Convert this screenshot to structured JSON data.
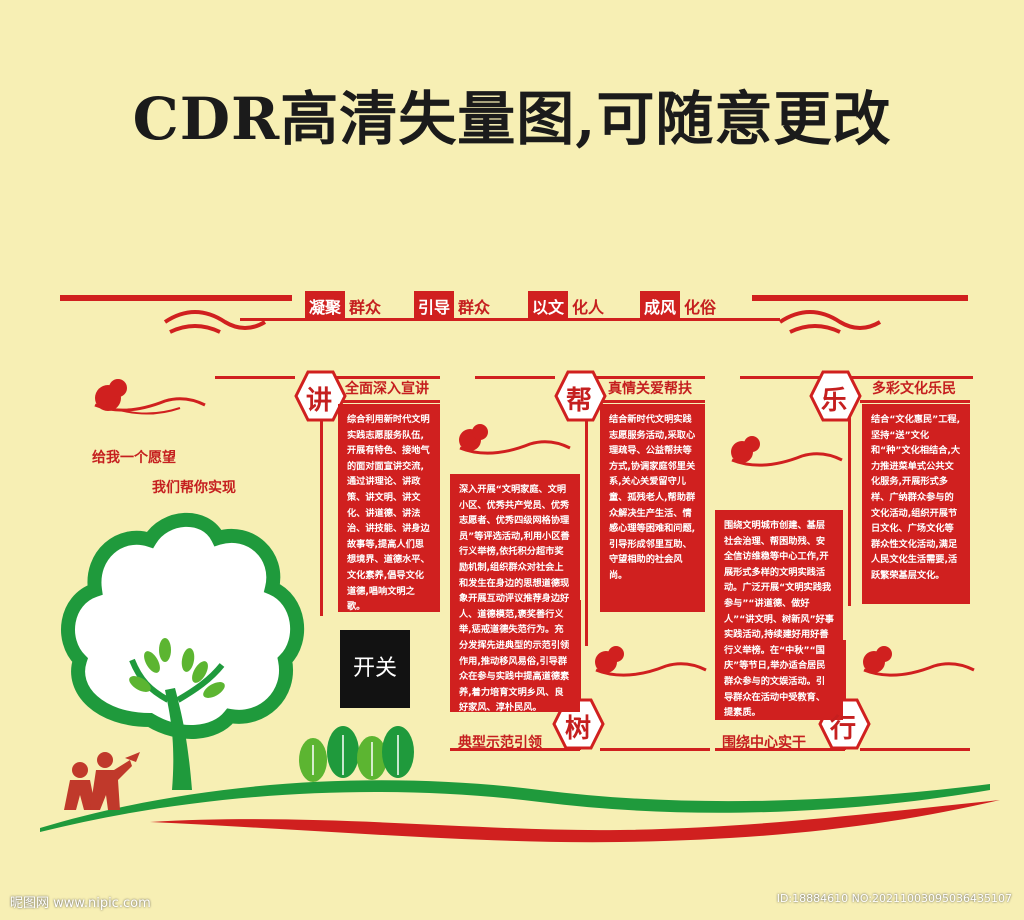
{
  "headline": "CDR高清失量图,可随意更改",
  "slogans": [
    {
      "hl": "凝聚",
      "tx": "群众"
    },
    {
      "hl": "引导",
      "tx": "群众"
    },
    {
      "hl": "以文",
      "tx": "化人"
    },
    {
      "hl": "成风",
      "tx": "化俗"
    }
  ],
  "wish": {
    "line1": "给我一个愿望",
    "line2": "我们帮你实现"
  },
  "switch_label": "开关",
  "sections": [
    {
      "char": "讲",
      "title": "全面深入宣讲",
      "body": "综合利用新时代文明实践志愿服务队伍,开展有特色、接地气的面对面宣讲交流,通过讲理论、讲政策、讲文明、讲文化、讲道德、讲法治、讲技能、讲身边故事等,提高人们思想境界、道德水平、文化素养,倡导文化道德,唱响文明之歌。"
    },
    {
      "char": "帮",
      "title": "真情关爱帮扶",
      "body": "结合新时代文明实践志愿服务活动,采取心理疏导、公益帮扶等方式,协调家庭邻里关系,关心关爱留守儿童、孤残老人,帮助群众解决生产生活、情感心理等困难和问题,引导形成邻里互助、守望相助的社会风尚。"
    },
    {
      "char": "乐",
      "title": "多彩文化乐民",
      "body": "结合“文化惠民”工程,坚持“送”文化和“种”文化相结合,大力推进菜单式公共文化服务,开展形式多样、广纳群众参与的文化活动,组织开展节日文化、广场文化等群众性文化活动,满足人民文化生活需要,活跃繁荣基层文化。"
    },
    {
      "char": "树",
      "title": "典型示范引领",
      "body": "深入开展“文明家庭、文明小区、优秀共产党员、优秀志愿者、优秀四级网格协理员”等评选活动,利用小区善行义举榜,依托积分超市奖励机制,组织群众对社会上和发生在身边的思想道德现象开展互动评议推荐身边好人、道德模范,褒奖善行义举,惩戒道德失范行为。充分发挥先进典型的示范引领作用,推动移风易俗,引导群众在参与实践中提高道德素养,着力培育文明乡风、良好家风、淳朴民风。"
    },
    {
      "char": "行",
      "title": "围绕中心实干",
      "body": "围绕文明城市创建、基层社会治理、帮困助残、安全信访维稳等中心工作,开展形式多样的文明实践活动。广泛开展“文明实践我参与”“讲道德、做好人”“讲文明、树新风”好事实践活动,持续建好用好善行义举榜。在“中秋”“国庆”等节日,举办适合居民群众参与的文娱活动。引导群众在活动中受教育、提素质。"
    }
  ],
  "watermark": {
    "left": "昵图网 www.nipic.com",
    "right": "ID:18884610 NO:20211003095036435107"
  },
  "colors": {
    "background": "#f7efb4",
    "red": "#d0201f",
    "green": "#1f9a3c",
    "leaf": "#5cb531"
  }
}
